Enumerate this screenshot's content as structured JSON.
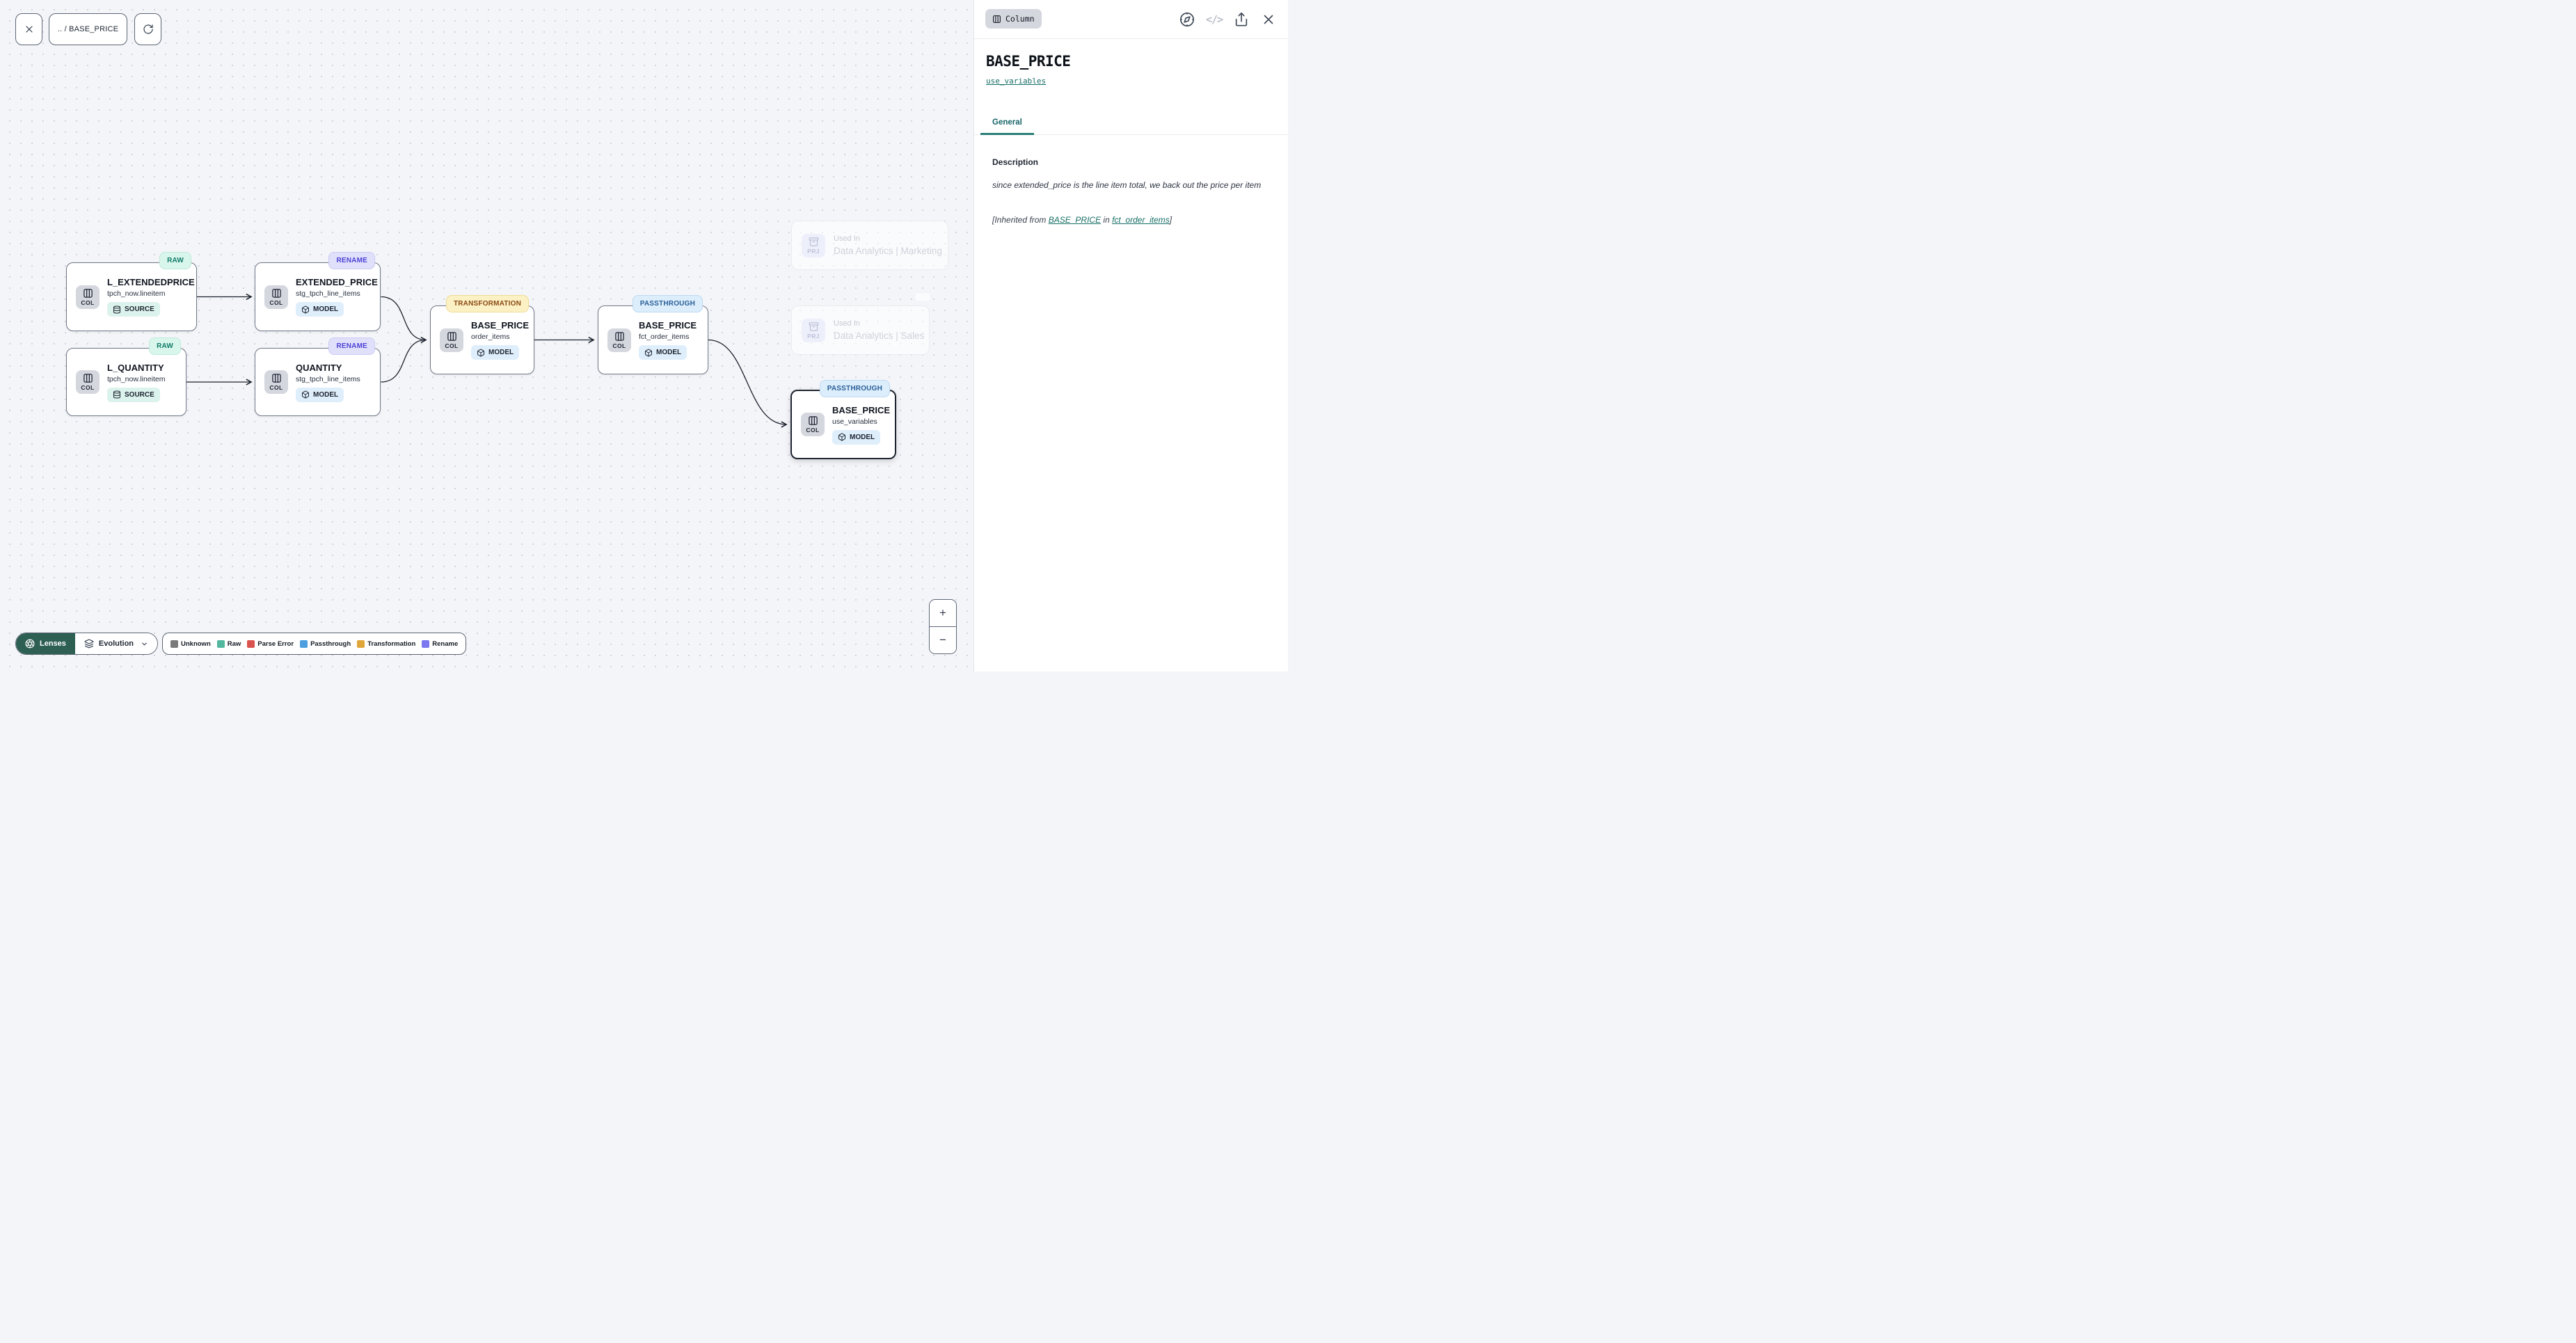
{
  "toolbar": {
    "breadcrumb": ".. / BASE_PRICE"
  },
  "canvas": {
    "nodes": [
      {
        "badge": "RAW",
        "title": "L_EXTENDEDPRICE",
        "subtitle": "tpch_now.lineitem",
        "chip": "COL",
        "type": "SOURCE"
      },
      {
        "badge": "RENAME",
        "title": "EXTENDED_PRICE",
        "subtitle": "stg_tpch_line_items",
        "chip": "COL",
        "type": "MODEL"
      },
      {
        "badge": "RAW",
        "title": "L_QUANTITY",
        "subtitle": "tpch_now.lineitem",
        "chip": "COL",
        "type": "SOURCE"
      },
      {
        "badge": "RENAME",
        "title": "QUANTITY",
        "subtitle": "stg_tpch_line_items",
        "chip": "COL",
        "type": "MODEL"
      },
      {
        "badge": "TRANSFORMATION",
        "title": "BASE_PRICE",
        "subtitle": "order_items",
        "chip": "COL",
        "type": "MODEL"
      },
      {
        "badge": "PASSTHROUGH",
        "title": "BASE_PRICE",
        "subtitle": "fct_order_items",
        "chip": "COL",
        "type": "MODEL"
      },
      {
        "badge": "PASSTHROUGH",
        "title": "BASE_PRICE",
        "subtitle": "use_variables",
        "chip": "COL",
        "type": "MODEL"
      }
    ],
    "used_in": [
      {
        "label": "Used In",
        "name": "Data Analytics | Marketing",
        "chip": "PRJ"
      },
      {
        "label": "Used In",
        "name": "Data Analytics | Sales",
        "chip": "PRJ"
      }
    ],
    "lenses": {
      "button": "Lenses",
      "mode": "Evolution"
    },
    "legend": [
      {
        "label": "Unknown",
        "color": "#7a7a7a"
      },
      {
        "label": "Raw",
        "color": "#52b79e"
      },
      {
        "label": "Parse Error",
        "color": "#d9534f"
      },
      {
        "label": "Passthrough",
        "color": "#4d9fe0"
      },
      {
        "label": "Transformation",
        "color": "#e0a63a"
      },
      {
        "label": "Rename",
        "color": "#7b78f0"
      }
    ],
    "zoom": {
      "in": "+",
      "out": "−"
    }
  },
  "panel": {
    "type_badge": "Column",
    "title": "BASE_PRICE",
    "model_link": "use_variables",
    "tab": "General",
    "section_heading": "Description",
    "description": "since extended_price is the line item total, we back out the price per item",
    "inherited": {
      "prefix": "[Inherited from ",
      "link1": "BASE_PRICE",
      "middle": " in ",
      "link2": "fct_order_items",
      "suffix": "]"
    },
    "icons": {
      "code": "</>"
    }
  }
}
